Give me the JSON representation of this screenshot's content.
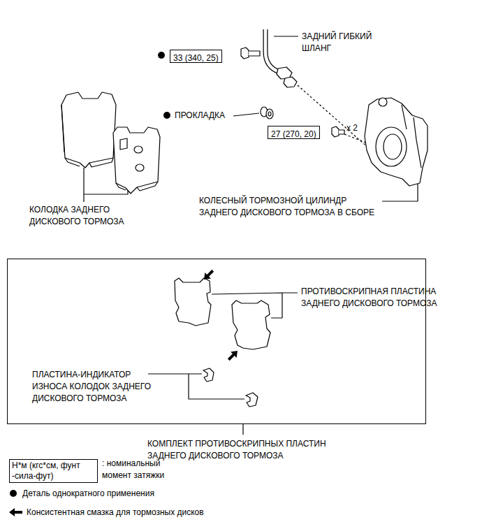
{
  "diagram": {
    "nodes": [
      {
        "text": [
          "33 (340, 25)"
        ]
      },
      {
        "text": [
          "27 (270, 20)"
        ]
      },
      {
        "text": [
          "ПРОТИВОСКРИПНАЯ ПЛАСТИНА ЗАДНЕГО ДИСКОВОГО ТОРМОЗА",
          "ПЛАСТИНА-ИНДИКАТОР ИЗНОСА КОЛОДОК ЗАДНЕГО ДИСКОВОГО ТОРМОЗА",
          "КОМПЛЕКТ ПРОТИВОСКРИПНЫХ ПЛАСТИН ЗАДНЕГО ДИСКОВОГО ТОРМОЗА"
        ]
      },
      {
        "text": [
          "Н*м (кгс*см, фунт -сила-фут)"
        ]
      }
    ],
    "labels": [
      "ЗАДНИЙ ГИБКИЙ ШЛАНГ",
      "ПРОКЛАДКА",
      "x 2",
      "КОЛЕСНЫЙ ТОРМОЗНОЙ ЦИЛИНДР ЗАДНЕГО ДИСКОВОГО ТОРМОЗА В СБОРЕ",
      "КОЛОДКА ЗАДНЕГО ДИСКОВОГО ТОРМОЗА",
      ": номинальный момент затяжки"
    ],
    "legend": [
      {
        "text": "Деталь однократного применения"
      },
      {
        "text": "Консистентная смазка для тормозных дисков"
      }
    ]
  }
}
